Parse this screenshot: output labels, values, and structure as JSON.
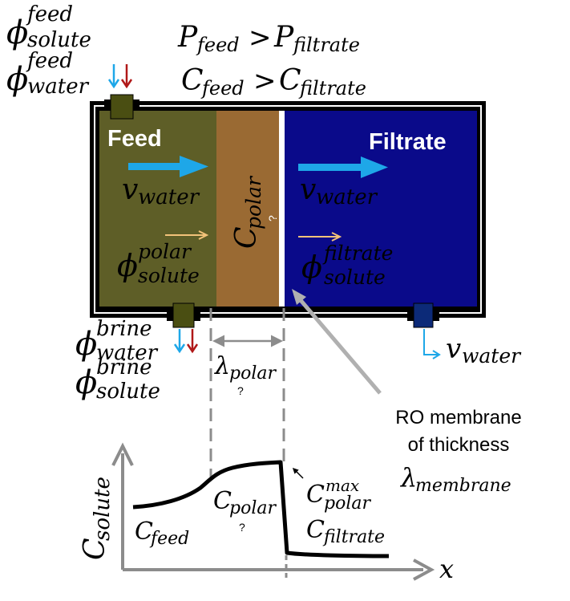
{
  "top": {
    "phi": "ϕ",
    "feed_solute_sup": "feed",
    "feed_solute_sub": "solute",
    "feed_water_sup": "feed",
    "feed_water_sub": "water",
    "p_symbol": "P",
    "p_feed_sub": "feed",
    "p_gt": ">",
    "p_filtrate_sub": "filtrate",
    "c_symbol": "C",
    "c_feed_sub": "feed",
    "c_gt": ">",
    "c_filtrate_sub": "filtrate"
  },
  "cell": {
    "feed_label": "Feed",
    "filtrate_label": "Filtrate",
    "v": "v",
    "water_sub": "water",
    "polar_phi_sup": "polar",
    "polar_phi_sub": "solute",
    "filtrate_phi_sup": "filtrate",
    "filtrate_phi_sub": "solute",
    "cpolar_C": "C",
    "cpolar_sub": "polar",
    "cpolar_q": "?",
    "colors": {
      "feed": "#5E5E27",
      "polar": "#9A6A33",
      "filtrate": "#0A0A8A",
      "water_arrow": "#1EA7E8",
      "solute_arrow": "#F2C27A",
      "brine_red": "#B01818",
      "feed_port": "#4A4E12",
      "filtrate_port": "#0C2A78"
    }
  },
  "brine": {
    "water_sup": "brine",
    "water_sub": "water",
    "solute_sup": "brine",
    "solute_sub": "solute"
  },
  "outlet": {
    "v": "v",
    "sub": "water"
  },
  "lambda": {
    "symbol": "λ",
    "sub": "polar",
    "q": "?"
  },
  "membrane": {
    "line1": "RO membrane",
    "line2": "of thickness",
    "symbol": "λ",
    "sub": "membrane"
  },
  "plot": {
    "ylabel_C": "C",
    "ylabel_sub": "solute",
    "xlabel": "x",
    "feed_C": "C",
    "feed_sub": "feed",
    "polar_C": "C",
    "polar_sub": "polar",
    "polar_q": "?",
    "max_C": "C",
    "max_sup": "max",
    "max_sub": "polar",
    "filtrate_C": "C",
    "filtrate_sub": "filtrate"
  }
}
